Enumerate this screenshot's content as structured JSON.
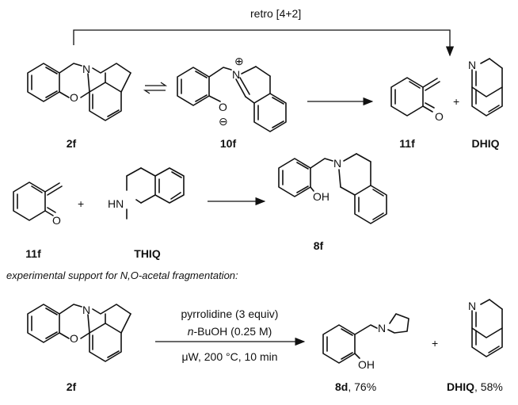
{
  "scheme": {
    "retro_label": "retro [4+2]",
    "note": "experimental support for N,O-acetal fragmentation:",
    "atoms": {
      "N": "N",
      "O": "O",
      "HN": "HN",
      "OH": "OH",
      "plus_charge": "⊕",
      "minus_charge": "⊖"
    },
    "compounds": {
      "c2f": "2f",
      "c10f": "10f",
      "c11f": "11f",
      "dhiq": "DHIQ",
      "thiq": "THIQ",
      "c8f": "8f",
      "c8d": "8d",
      "c8d_yield": ", 76%",
      "dhiq_yield": ", 58%"
    },
    "plus_sign": "+",
    "conditions": {
      "line1": "pyrrolidine (3 equiv)",
      "line2_prefix": "n",
      "line2_rest": "-BuOH (0.25 M)",
      "line3": "μW, 200 °C, 10 min"
    }
  }
}
